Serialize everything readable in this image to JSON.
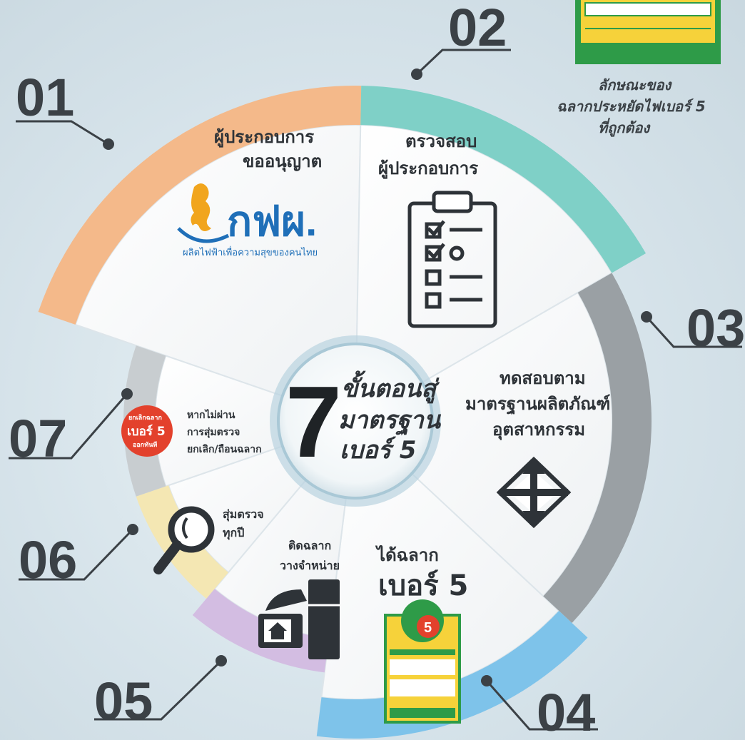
{
  "center": {
    "number": "7",
    "line1": "ขั้นตอนสู่",
    "line2": "มาตรฐาน",
    "line3": "เบอร์ 5"
  },
  "steps": [
    {
      "num": "01",
      "color": "#f4b98a",
      "lines": [
        "ผู้ประกอบการ",
        "ขออนุญาต"
      ],
      "logo_text": "กฟผ.",
      "logo_sub": "ผลิตไฟฟ้าเพื่อความสุขของคนไทย",
      "icon": "egat-logo-icon"
    },
    {
      "num": "02",
      "color": "#7fd0c7",
      "lines": [
        "ตรวจสอบ",
        "ผู้ประกอบการ"
      ],
      "icon": "clipboard-checklist-icon"
    },
    {
      "num": "03",
      "color": "#9aa0a4",
      "lines": [
        "ทดสอบตาม",
        "มาตรฐานผลิตภัณฑ์",
        "อุตสาหกรรม"
      ],
      "icon": "tisi-logo-icon"
    },
    {
      "num": "04",
      "color": "#7ec3ea",
      "lines": [
        "ได้ฉลาก",
        "เบอร์ 5"
      ],
      "icon": "energy-label-icon"
    },
    {
      "num": "05",
      "color": "#d3bde2",
      "lines": [
        "ติดฉลาก",
        "วางจำหน่าย"
      ],
      "icon": "appliances-icon"
    },
    {
      "num": "06",
      "color": "#f4e7b3",
      "lines": [
        "สุ่มตรวจ",
        "ทุกปี"
      ],
      "icon": "magnifier-icon"
    },
    {
      "num": "07",
      "color": "#c8cdd0",
      "lines": [
        "หากไม่ผ่าน",
        "การสุ่มตรวจ",
        "ยกเลิก/ถือนฉลาก"
      ],
      "badge_lines": [
        "ยกเลิกฉลาก",
        "เบอร์ 5",
        "ออกทันที"
      ],
      "icon": "cancel-badge-icon"
    }
  ],
  "label_note": {
    "lines": [
      "ลักษณะของ",
      "ฉลากประหยัดไฟเบอร์ 5",
      "ที่ถูกต้อง"
    ]
  },
  "colors": {
    "text": "#2e3338",
    "number": "#3b4146",
    "logo_blue": "#1f6fb8",
    "badge_red": "#e3412c",
    "label_green": "#2e9b48",
    "label_yellow": "#f6d23a"
  }
}
